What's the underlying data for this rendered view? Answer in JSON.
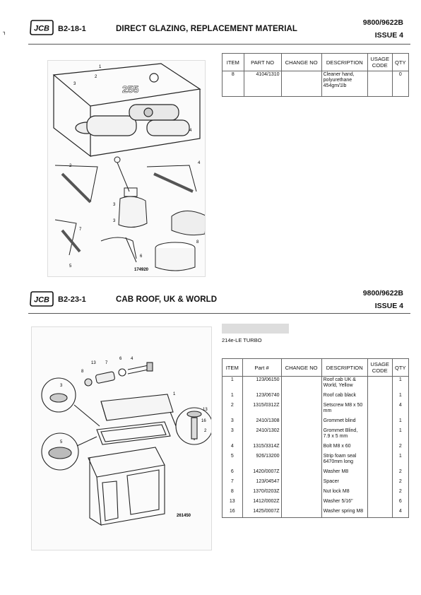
{
  "side_mark": "⌐",
  "brand": "JCB",
  "sections": [
    {
      "code": "B2-18-1",
      "title": "DIRECT GLAZING, REPLACEMENT MATERIAL",
      "ref": "9800/9622B",
      "issue": "ISSUE 4",
      "figure_no": "174920",
      "figure_callouts": [
        "1",
        "2",
        "3",
        "4",
        "2",
        "3",
        "4",
        "3",
        "7",
        "5",
        "6",
        "8"
      ],
      "columns": [
        "ITEM",
        "PART NO",
        "CHANGE NO",
        "DESCRIPTION",
        "USAGE CODE",
        "QTY"
      ],
      "rows": [
        {
          "item": "8",
          "part": "4104/1310",
          "change": "",
          "desc": "Cleaner hand, polyurethane 454gm/1lb",
          "usage": "",
          "qty": "0"
        }
      ]
    },
    {
      "code": "B2-23-1",
      "title": "CAB ROOF, UK & WORLD",
      "ref": "9800/9622B",
      "issue": "ISSUE 4",
      "model": "214e-LE TURBO",
      "figure_no": "261450",
      "figure_callouts": [
        "13",
        "7",
        "6",
        "4",
        "8",
        "1",
        "3",
        "13",
        "16",
        "2",
        "5"
      ],
      "columns": [
        "ITEM",
        "Part #",
        "CHANGE NO",
        "DESCRIPTION",
        "USAGE CODE",
        "QTY"
      ],
      "rows": [
        {
          "item": "1",
          "part": "123/06150",
          "change": "",
          "desc": "Roof cab UK & World, Yellow",
          "usage": "",
          "qty": "1"
        },
        {
          "item": "1",
          "part": "123/06740",
          "change": "",
          "desc": "Roof cab black",
          "usage": "",
          "qty": "1"
        },
        {
          "item": "2",
          "part": "1315/0312Z",
          "change": "",
          "desc": "Setscrew M8 x 50 mm",
          "usage": "",
          "qty": "4"
        },
        {
          "item": "3",
          "part": "2410/1308",
          "change": "",
          "desc": "Grommet blind",
          "usage": "",
          "qty": "1"
        },
        {
          "item": "3",
          "part": "2410/1302",
          "change": "",
          "desc": "Grommet Blind, 7.9 x 5 mm",
          "usage": "",
          "qty": "1"
        },
        {
          "item": "4",
          "part": "1315/3314Z",
          "change": "",
          "desc": "Bolt M8 x 60",
          "usage": "",
          "qty": "2"
        },
        {
          "item": "5",
          "part": "926/13200",
          "change": "",
          "desc": "Strip foam seal 6470mm long",
          "usage": "",
          "qty": "1"
        },
        {
          "item": "6",
          "part": "1420/0007Z",
          "change": "",
          "desc": "Washer M8",
          "usage": "",
          "qty": "2"
        },
        {
          "item": "7",
          "part": "123/04547",
          "change": "",
          "desc": "Spacer",
          "usage": "",
          "qty": "2"
        },
        {
          "item": "8",
          "part": "1370/0203Z",
          "change": "",
          "desc": "Nut lock M8",
          "usage": "",
          "qty": "2"
        },
        {
          "item": "13",
          "part": "1412/0002Z",
          "change": "",
          "desc": "Washer 5/16\"",
          "usage": "",
          "qty": "6"
        },
        {
          "item": "16",
          "part": "1425/0007Z",
          "change": "",
          "desc": "Washer spring M8",
          "usage": "",
          "qty": "4"
        }
      ]
    }
  ]
}
